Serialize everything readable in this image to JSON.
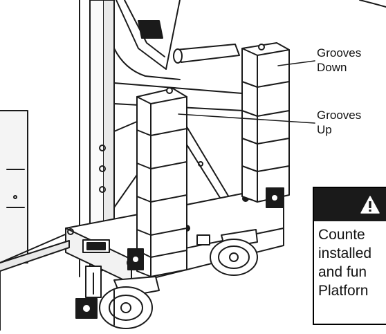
{
  "callouts": {
    "grooves_down_line1": "Grooves",
    "grooves_down_line2": "Down",
    "grooves_up_line1": "Grooves",
    "grooves_up_line2": "Up"
  },
  "warning": {
    "icon": "warning-triangle-icon",
    "line1": "Counte",
    "line2": "installed",
    "line3": "and fun",
    "line4": "Platforn"
  },
  "colors": {
    "ink": "#1a1a1a",
    "paper": "#ffffff",
    "frame_gray": "#d9d9d9"
  }
}
